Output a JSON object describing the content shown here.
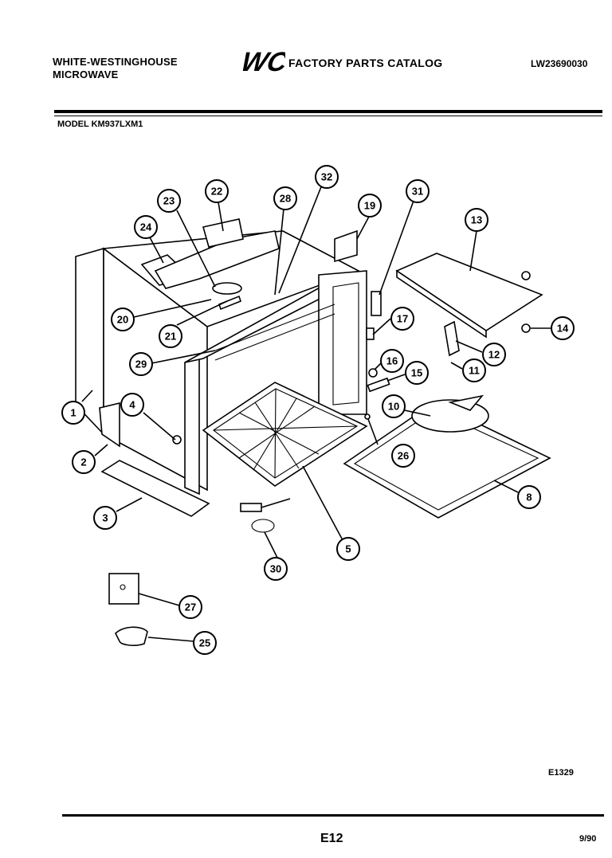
{
  "header": {
    "brand_line1": "WHITE-WESTINGHOUSE",
    "brand_line2": "MICROWAVE",
    "logo_text": "WCI",
    "catalog_title": "FACTORY PARTS CATALOG",
    "catalog_code": "LW23690030"
  },
  "model_label": "MODEL KM937LXM1",
  "figure_code": "E1329",
  "page_number": "E12",
  "date": "9/90",
  "callouts": [
    "1",
    "2",
    "3",
    "4",
    "5",
    "8",
    "10",
    "11",
    "12",
    "13",
    "14",
    "15",
    "16",
    "17",
    "19",
    "20",
    "21",
    "22",
    "23",
    "24",
    "25",
    "26",
    "27",
    "28",
    "29",
    "30",
    "31",
    "32"
  ]
}
